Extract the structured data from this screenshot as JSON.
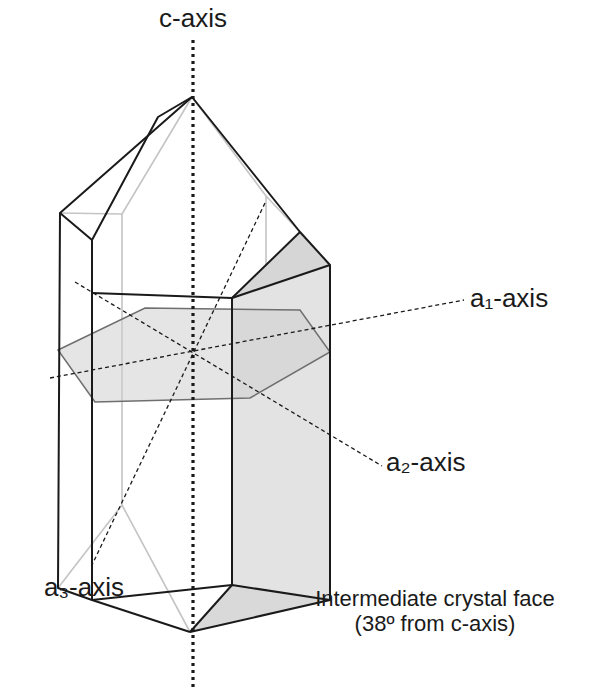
{
  "diagram": {
    "labels": [
      "c-axis",
      "a₁-axis",
      "a₂-axis",
      "a₃-axis",
      "Intermediate crystal face (38º from c-axis)"
    ]
  }
}
